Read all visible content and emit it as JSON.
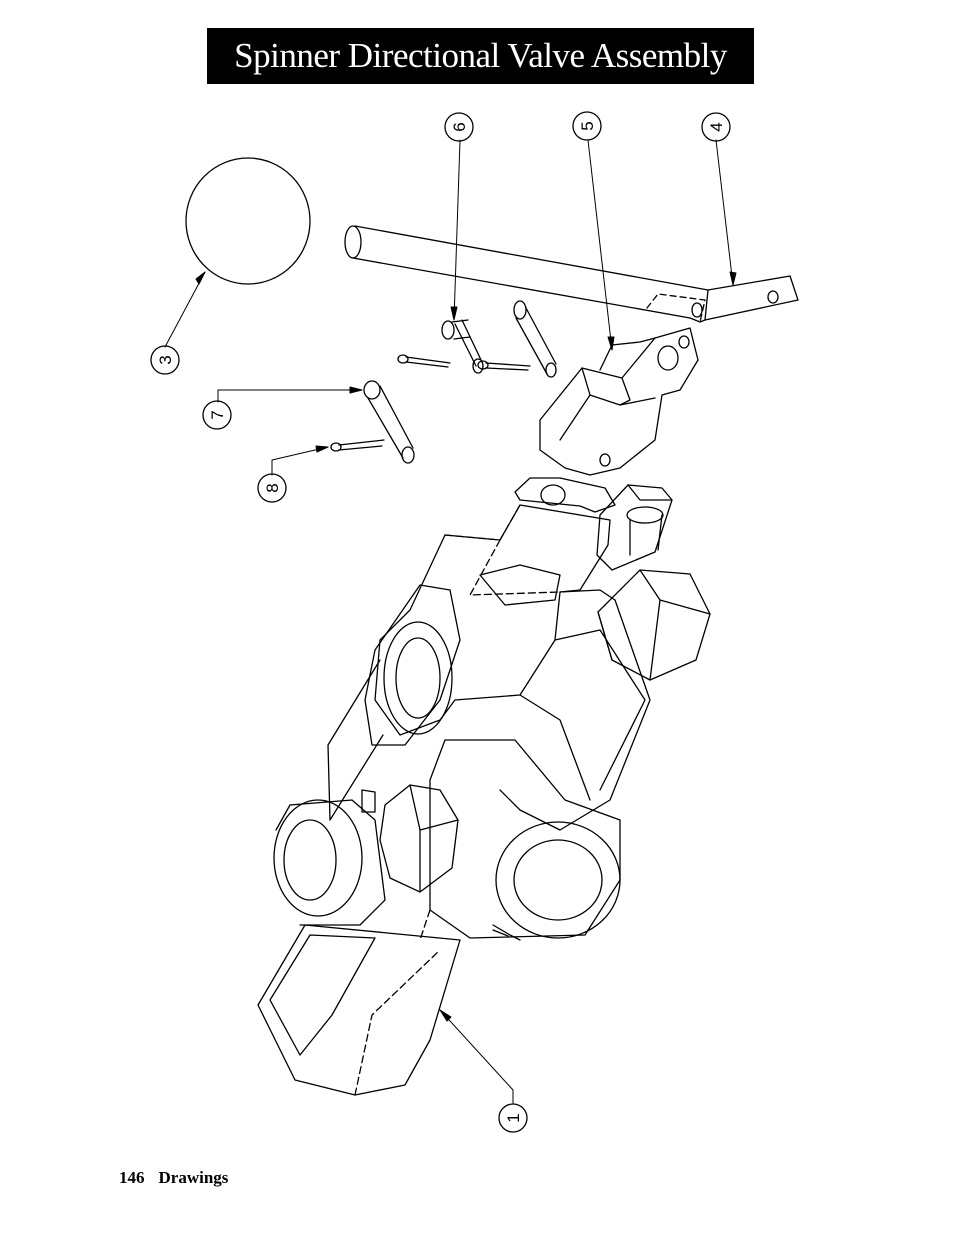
{
  "page": {
    "title": "Spinner Directional Valve Assembly",
    "footer_page_number": "146",
    "footer_section": "Drawings"
  },
  "callouts": [
    "1",
    "3",
    "4",
    "5",
    "6",
    "7",
    "8"
  ],
  "colors": {
    "ink": "#000000",
    "paper": "#ffffff",
    "title_bg": "#000000",
    "title_fg": "#ffffff"
  }
}
